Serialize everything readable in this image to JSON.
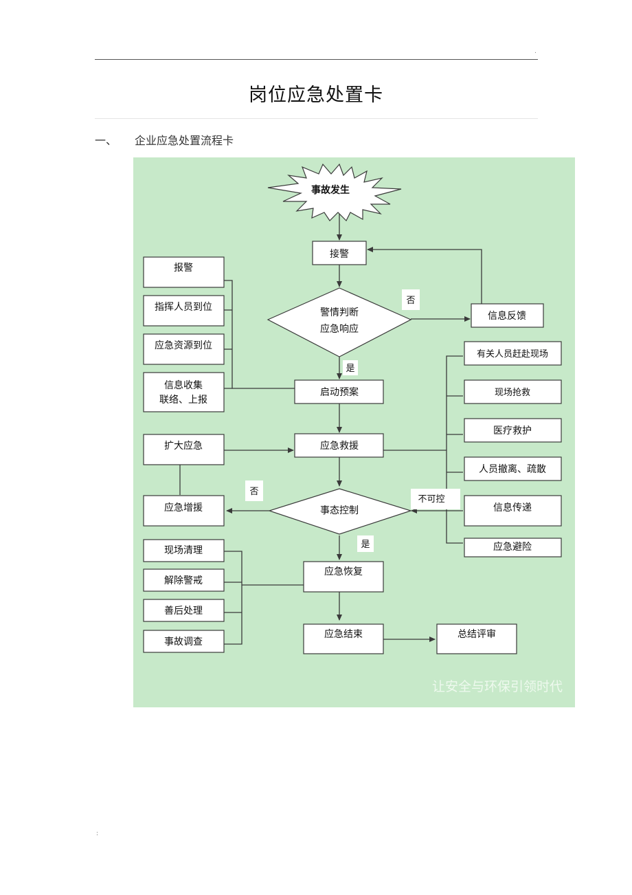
{
  "document": {
    "header_mark": ".",
    "title": "岗位应急处置卡",
    "section": {
      "number": "一、",
      "title": "企业应急处置流程卡"
    },
    "footer_mark": ":"
  },
  "flowchart": {
    "start": "事故发生",
    "receive_alarm": "接警",
    "judge": {
      "line1": "警情判断",
      "line2": "应急响应"
    },
    "feedback": "信息反馈",
    "no_label": "否",
    "yes_label": "是",
    "left_actions": [
      {
        "line1": "报警"
      },
      {
        "line1": "指挥人员到位"
      },
      {
        "line1": "应急资源到位"
      },
      {
        "line1": "信息收集",
        "line2": "联络、上报"
      }
    ],
    "start_plan": "启动预案",
    "right_actions": [
      "有关人员赶赴现场",
      "现场抢救",
      "医疗救护",
      "人员撤离、疏散",
      "信息传递",
      "应急避险"
    ],
    "rescue": "应急救援",
    "expand": "扩大应急",
    "control": "事态控制",
    "no_label_2": "否",
    "uncontrollable": "不可控",
    "reinforce": "应急增援",
    "yes_label_2": "是",
    "recovery": "应急恢复",
    "recovery_actions": [
      "现场清理",
      "解除警戒",
      "善后处理",
      "事故调查"
    ],
    "end": "应急结束",
    "review": "总结评审",
    "watermark": "让安全与环保引领时代"
  }
}
